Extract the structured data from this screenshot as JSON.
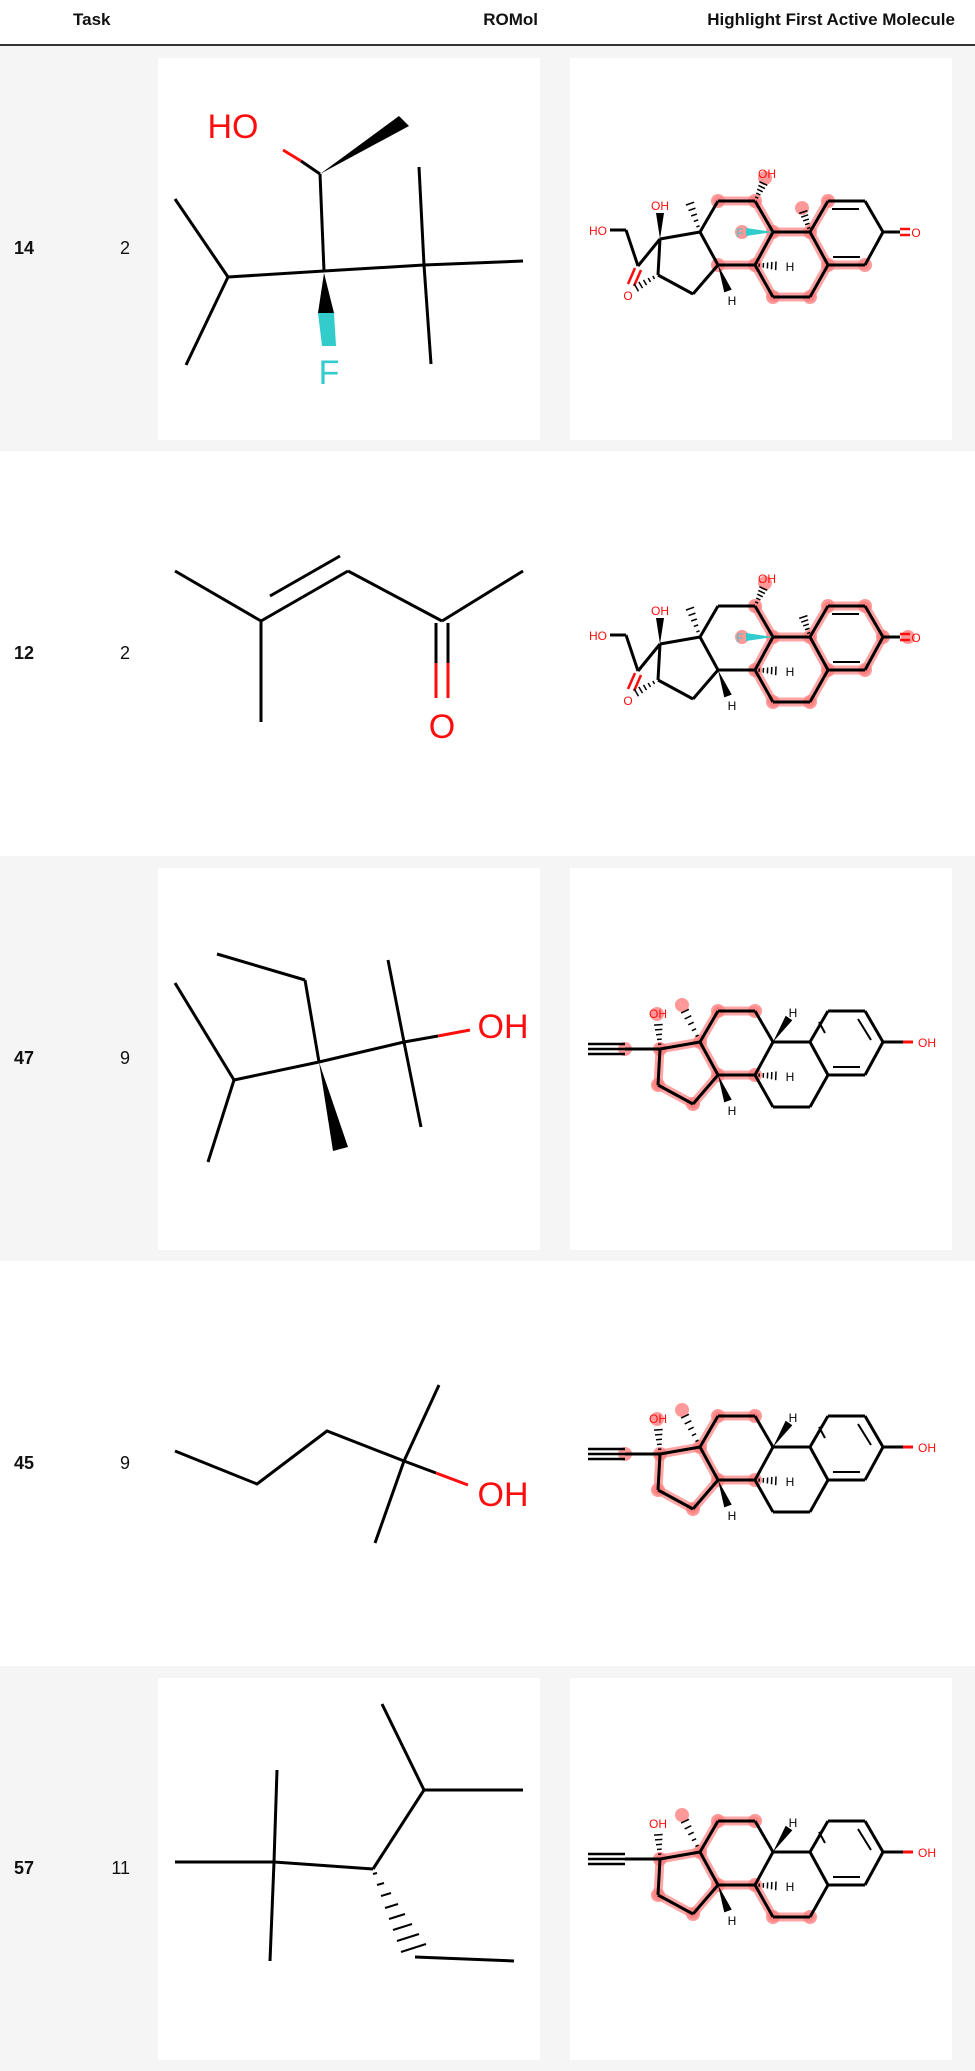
{
  "header": {
    "task": "Task",
    "romol": "ROMol",
    "highlight": "Highlight First Active Molecule"
  },
  "colors": {
    "oxygen": "#ff0d0d",
    "fluorine": "#33cccc",
    "highlight": "#ff7f7f",
    "stripe": "#f5f5f5"
  },
  "rows": [
    {
      "index": "14",
      "task": "2",
      "romol_labels": {
        "ho": "HO",
        "f": "F"
      },
      "highlight_variant": "corticosteroid",
      "highlight_labels": {
        "ho": "HO",
        "oh17": "OH",
        "oh11": "OH",
        "o20": "O",
        "o3": "O",
        "f": "F",
        "h8": "H",
        "h14": "H"
      }
    },
    {
      "index": "12",
      "task": "2",
      "romol_labels": {
        "o": "O"
      },
      "highlight_variant": "corticosteroid",
      "highlight_labels": {
        "ho": "HO",
        "oh17": "OH",
        "oh11": "OH",
        "o20": "O",
        "o3": "O",
        "f": "F",
        "h8": "H",
        "h14": "H"
      }
    },
    {
      "index": "47",
      "task": "9",
      "romol_labels": {
        "oh": "OH"
      },
      "highlight_variant": "ethinylestradiol",
      "highlight_labels": {
        "oh17": "OH",
        "oh3": "OH",
        "h9": "H",
        "h8": "H",
        "h14": "H"
      }
    },
    {
      "index": "45",
      "task": "9",
      "romol_labels": {
        "oh": "OH"
      },
      "highlight_variant": "ethinylestradiol",
      "highlight_labels": {
        "oh17": "OH",
        "oh3": "OH",
        "h9": "H",
        "h8": "H",
        "h14": "H"
      }
    },
    {
      "index": "57",
      "task": "11",
      "romol_labels": {},
      "highlight_variant": "ethinylestradiol",
      "highlight_labels": {
        "oh17": "OH",
        "oh3": "OH",
        "h9": "H",
        "h8": "H",
        "h14": "H"
      }
    }
  ]
}
